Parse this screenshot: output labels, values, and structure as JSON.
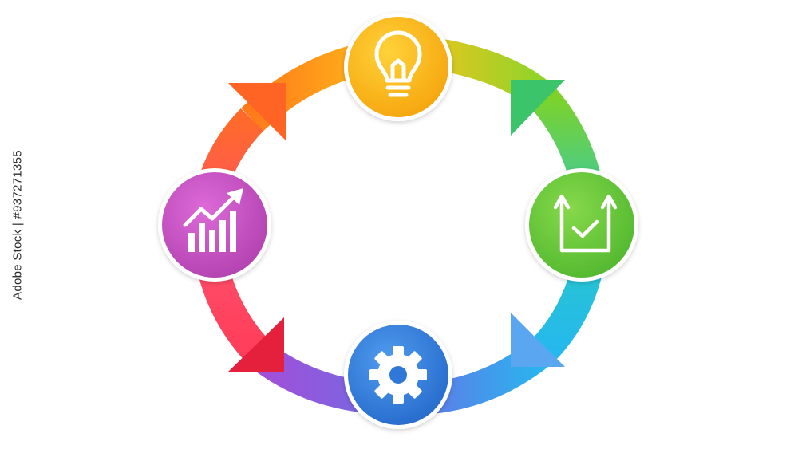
{
  "watermark_id": "Adobe Stock | #937271355",
  "colors": {
    "arc_orange": "#ff6a1a",
    "arc_yellow": "#ffc21a",
    "arc_green": "#7cd22a",
    "arc_teal": "#26c4e6",
    "arc_blue": "#3f8fe3",
    "arc_purple": "#8a4fe0",
    "arc_pink": "#ff4f74",
    "node_yellow": "#f9b70f",
    "node_green": "#62c53a",
    "node_blue": "#2f7fdc",
    "node_magenta": "#c54cc0"
  },
  "nodes": [
    {
      "name": "idea-node",
      "icon": "lightbulb-icon",
      "color": "#f9b70f"
    },
    {
      "name": "check-node",
      "icon": "box-checkmark-icon",
      "color": "#62c53a"
    },
    {
      "name": "process-node",
      "icon": "gear-icon",
      "color": "#2f7fdc"
    },
    {
      "name": "growth-node",
      "icon": "growth-chart-icon",
      "color": "#c54cc0"
    }
  ]
}
